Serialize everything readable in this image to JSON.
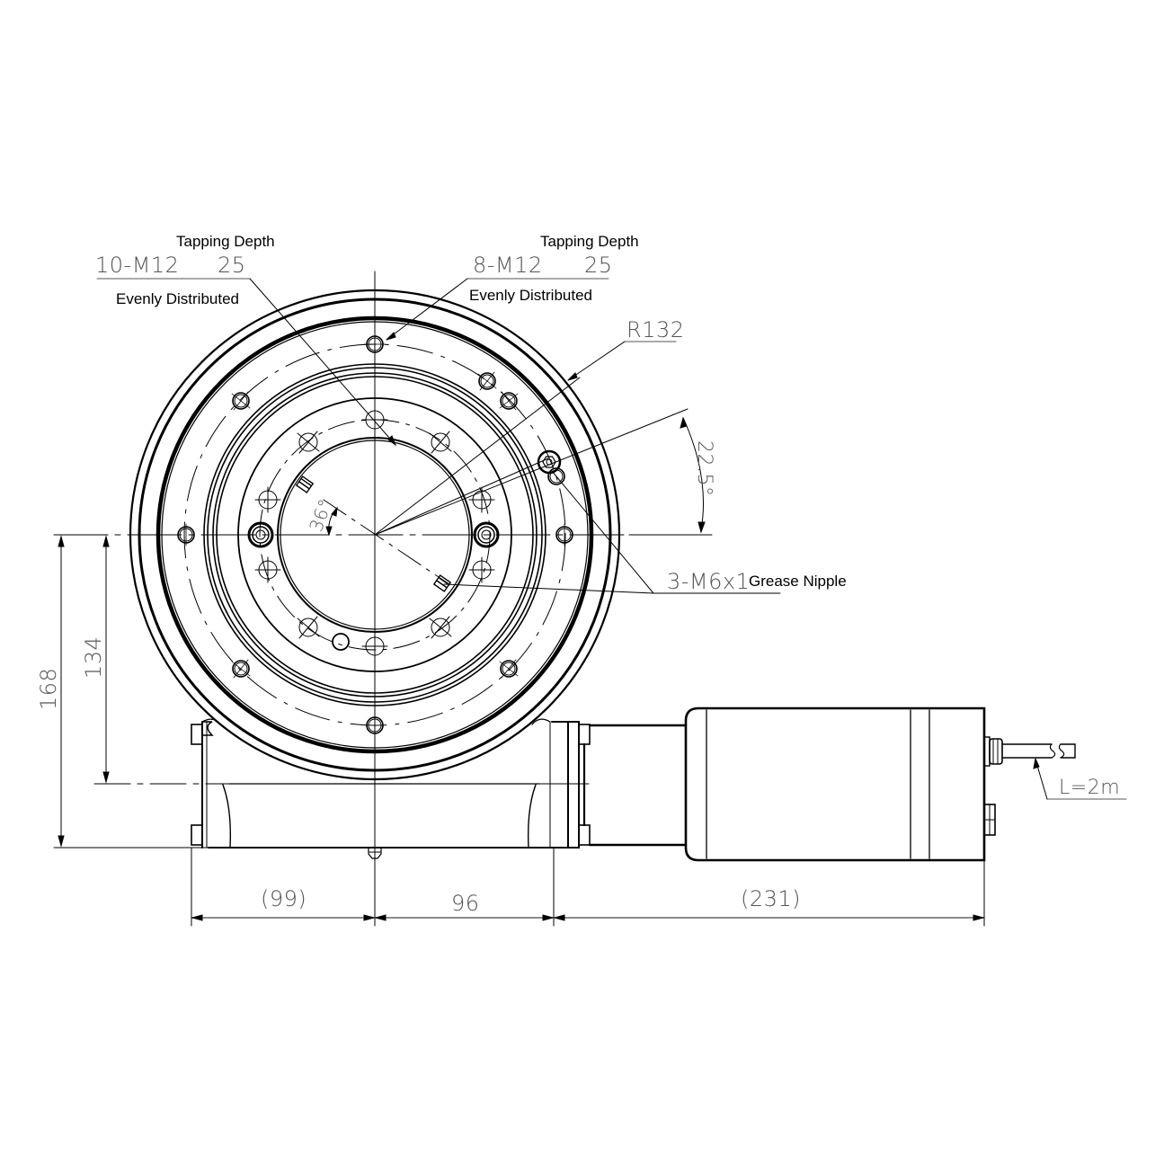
{
  "drawing": {
    "subject": "Slewing drive front view with motor",
    "callouts": {
      "outer_holes": {
        "header": "Tapping Depth",
        "spec": "10-M12",
        "depth": "25",
        "footer": "Evenly Distributed"
      },
      "inner_holes": {
        "header": "Tapping Depth",
        "spec": "8-M12",
        "depth": "25",
        "footer": "Evenly Distributed"
      },
      "radius": "R132",
      "angle_outer": "22.5°",
      "angle_inner": "36°",
      "grease": {
        "spec": "3-M6x1",
        "label": "Grease Nipple"
      },
      "cable": "L=2m"
    },
    "dimensions": {
      "height_total": "168",
      "height_center": "134",
      "left_offset": "(99)",
      "housing_width": "96",
      "motor_length": "(231)"
    },
    "colors": {
      "line": "#000000",
      "dim_text": "#555555",
      "background": "#ffffff"
    }
  }
}
